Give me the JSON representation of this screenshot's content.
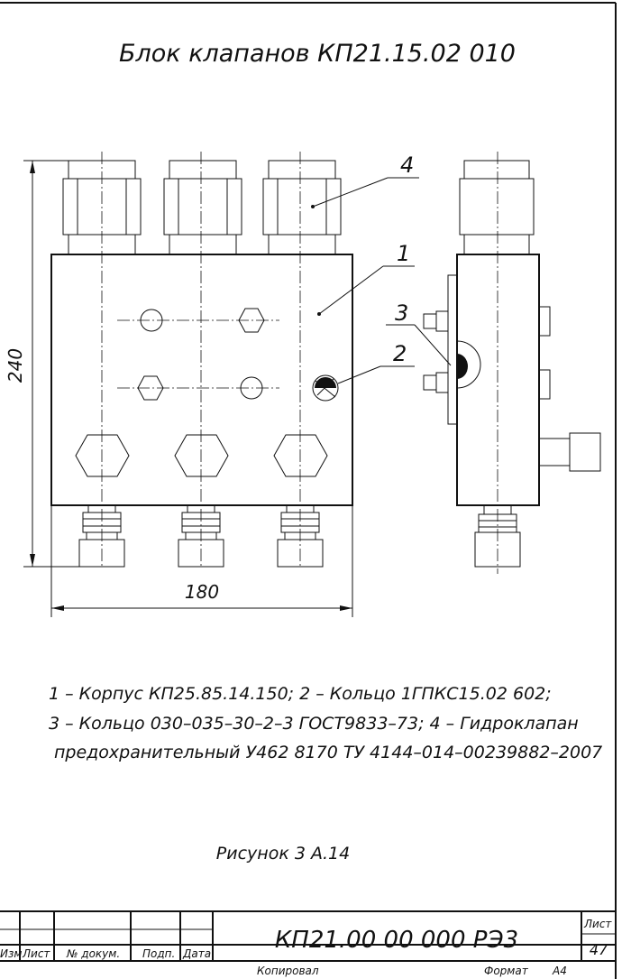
{
  "title": "Блок клапанов КП21.15.02 010",
  "dimensions": {
    "height": "240",
    "width": "180"
  },
  "callouts": {
    "c1": "1",
    "c2": "2",
    "c3": "3",
    "c4": "4"
  },
  "legend": {
    "line1": "1 – Корпус КП25.85.14.150;   2 – Кольцо 1ГПКС15.02 602;",
    "line2": "3 – Кольцо 030–035–30–2–3 ГОСТ9833–73;  4 – Гидроклапан",
    "line3": "предохранительный  У462 8170    ТУ 4144–014–00239882–2007"
  },
  "caption": "Рисунок 3 А.14",
  "stamp": {
    "doc_code": "КП21.00 00 000 РЭ3",
    "col_izm": "Изм",
    "col_list": "Лист",
    "col_doc": "№ докум.",
    "col_sign": "Подп.",
    "col_date": "Дата",
    "sheet_label": "Лист",
    "sheet_no": "47",
    "copied": "Копировал",
    "format_label": "Формат",
    "format_value": "А4"
  }
}
